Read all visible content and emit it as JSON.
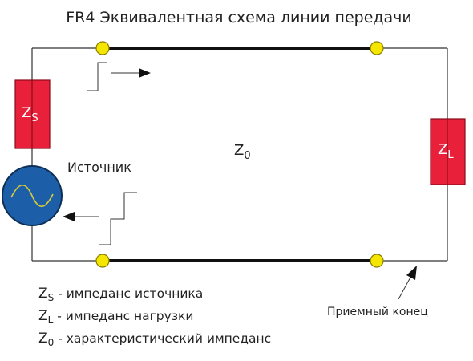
{
  "title": "FR4 Эквивалентная схема линии передачи",
  "colors": {
    "wire": "#333333",
    "line": "#111111",
    "node_fill": "#f5e600",
    "node_stroke": "#8a7d00",
    "resistor_fill": "#e8203a",
    "resistor_stroke": "#8a0a1a",
    "source_fill": "#1c5fa8",
    "source_stroke": "#0d2f57",
    "source_wave": "#d8cc3a"
  },
  "labels": {
    "zs_symbol": "Z",
    "zs_sub": "S",
    "zl_symbol": "Z",
    "zl_sub": "L",
    "z0_symbol": "Z",
    "z0_sub": "0",
    "source": "Источник",
    "receiving_end": "Приемный конец"
  },
  "legend": [
    {
      "symbol": "Z",
      "sub": "S",
      "text": " - импеданс источника"
    },
    {
      "symbol": "Z",
      "sub": "L",
      "text": " - импеданс нагрузки"
    },
    {
      "symbol": "Z",
      "sub": "0",
      "text": " - характеристический импеданс"
    }
  ]
}
